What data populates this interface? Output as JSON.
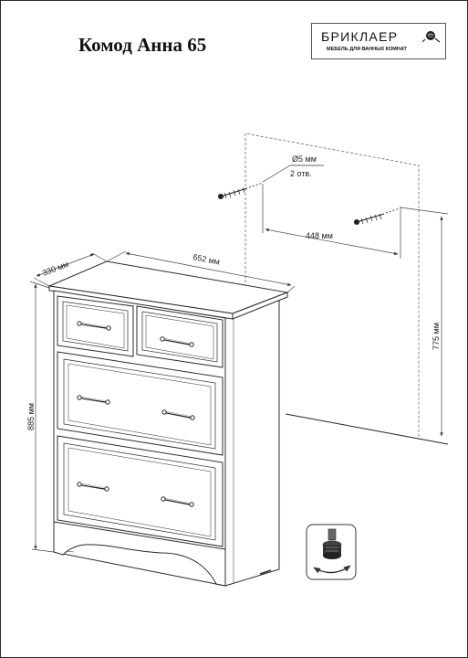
{
  "title": "Комод Анна 65",
  "logo": {
    "brand": "БРИКЛАЕР",
    "tagline": "МЕБЕЛЬ ДЛЯ ВАННЫХ КОМНАТ",
    "icon": "rose-icon"
  },
  "dimensions": {
    "depth": "330 мм",
    "width": "652 мм",
    "height": "885 мм",
    "hole_spacing": "448 мм",
    "mount_height": "775 мм",
    "hole_diameter": "Ø5 мм",
    "hole_count": "2 отв."
  },
  "leveler_icon": "adjustable-foot-icon",
  "colors": {
    "line": "#2b2b2b",
    "dim": "#444444",
    "fill": "#ffffff"
  }
}
